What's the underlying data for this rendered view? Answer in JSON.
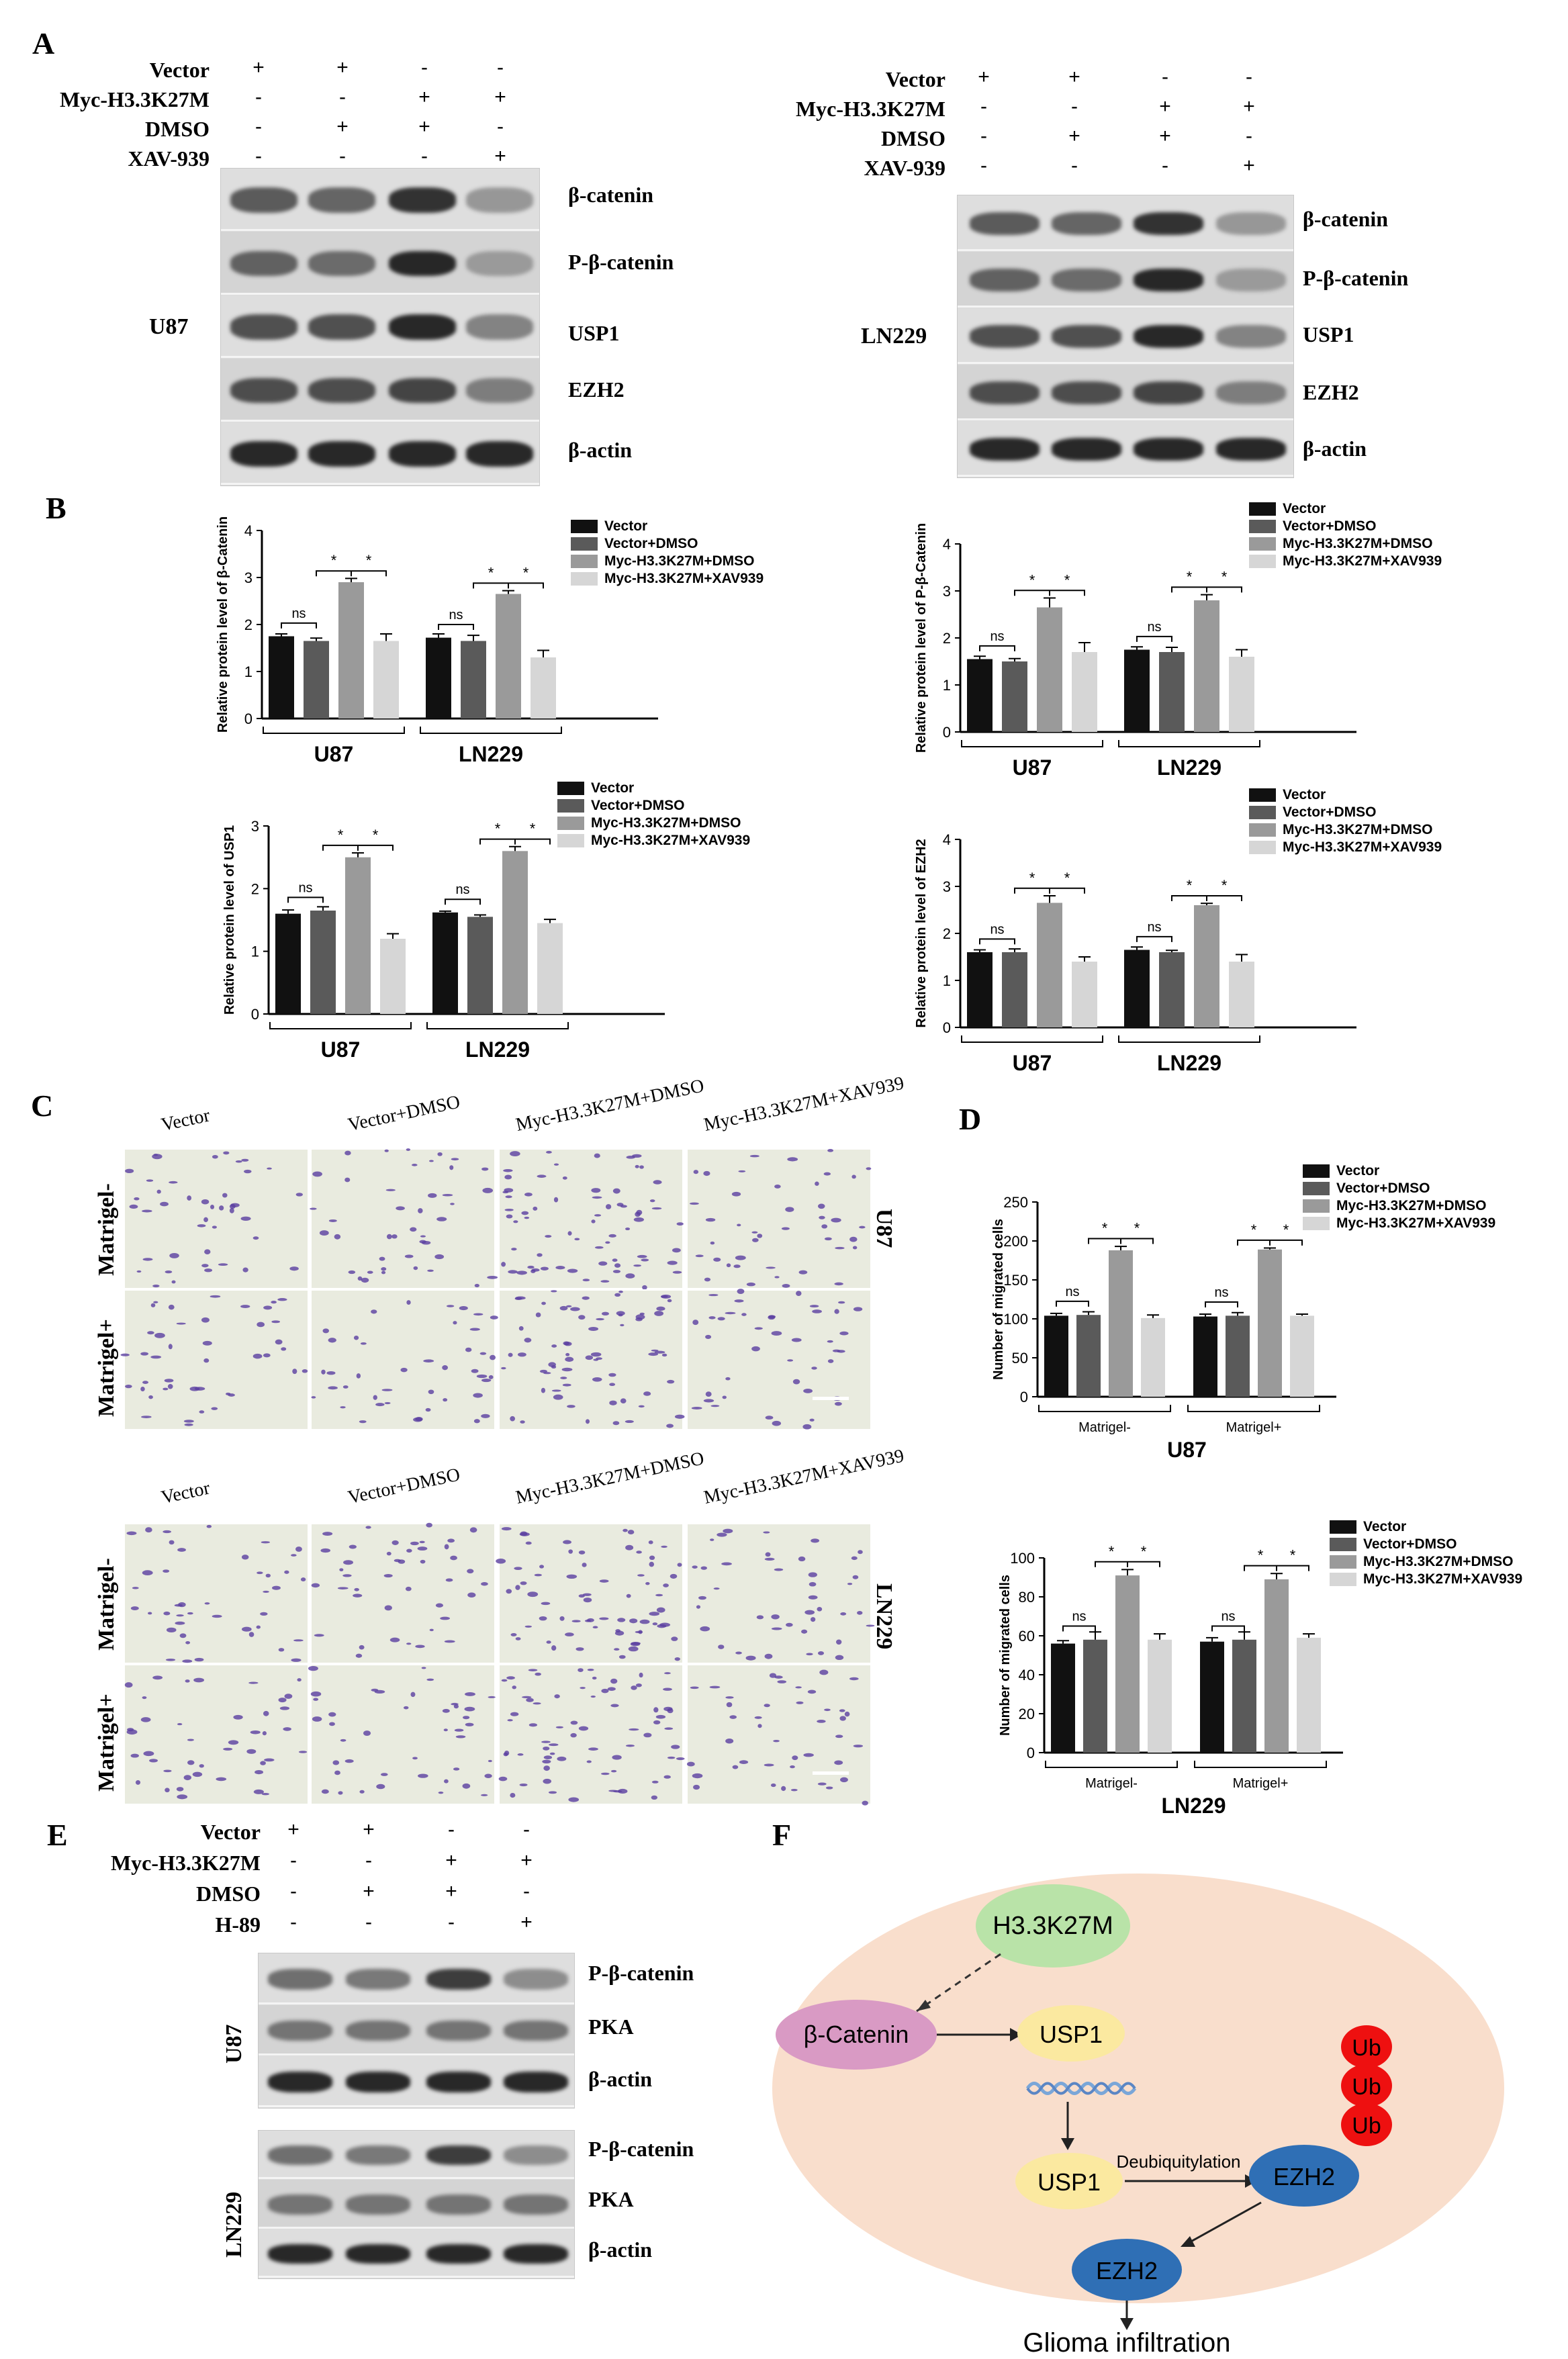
{
  "panels": {
    "A": "A",
    "B": "B",
    "C": "C",
    "D": "D",
    "E": "E",
    "F": "F"
  },
  "panelA": {
    "left": {
      "cell": "U87",
      "rows": [
        {
          "label": "Vector",
          "signs": [
            "+",
            "+",
            "-",
            "-"
          ]
        },
        {
          "label": "Myc-H3.3K27M",
          "signs": [
            "-",
            "-",
            "+",
            "+"
          ]
        },
        {
          "label": "DMSO",
          "signs": [
            "-",
            "+",
            "+",
            "-"
          ]
        },
        {
          "label": "XAV-939",
          "signs": [
            "-",
            "-",
            "-",
            "+"
          ]
        }
      ],
      "blots": [
        "β-catenin",
        "P-β-catenin",
        "USP1",
        "EZH2",
        "β-actin"
      ]
    },
    "right": {
      "cell": "LN229",
      "rows": [
        {
          "label": "Vector",
          "signs": [
            "+",
            "+",
            "-",
            "-"
          ]
        },
        {
          "label": "Myc-H3.3K27M",
          "signs": [
            "-",
            "-",
            "+",
            "+"
          ]
        },
        {
          "label": "DMSO",
          "signs": [
            "-",
            "+",
            "+",
            "-"
          ]
        },
        {
          "label": "XAV-939",
          "signs": [
            "-",
            "-",
            "-",
            "+"
          ]
        }
      ],
      "blots": [
        "β-catenin",
        "P-β-catenin",
        "USP1",
        "EZH2",
        "β-actin"
      ]
    }
  },
  "colors": {
    "s1": "#111111",
    "s2": "#5a5a5a",
    "s3": "#9a9a9a",
    "s4": "#d6d6d6",
    "cell": "#f9decc",
    "green": "#b9e3a8",
    "pink": "#d99ac4",
    "yellow": "#fbe9a0",
    "blue": "#2f6fb5",
    "red": "#ee1010"
  },
  "legend": {
    "common": [
      "Vector",
      "Vector+DMSO",
      "Myc-H3.3K27M+DMSO",
      "Myc-H3.3K27M+XAV939"
    ]
  },
  "chart_data": [
    {
      "type": "bar",
      "ylabel": "Relative protein level of β-Catenin",
      "ylim": [
        0,
        4
      ],
      "yticks": [
        0,
        1,
        2,
        3,
        4
      ],
      "groups": [
        "U87",
        "LN229"
      ],
      "series": [
        {
          "name": "Vector",
          "values": [
            1.75,
            1.72
          ]
        },
        {
          "name": "Vector+DMSO",
          "values": [
            1.65,
            1.65
          ]
        },
        {
          "name": "Myc-H3.3K27M+DMSO",
          "values": [
            2.9,
            2.65
          ]
        },
        {
          "name": "Myc-H3.3K27M+XAV939",
          "values": [
            1.65,
            1.3
          ]
        }
      ],
      "errors": [
        [
          0.05,
          0.08
        ],
        [
          0.06,
          0.12
        ],
        [
          0.08,
          0.07
        ],
        [
          0.15,
          0.15
        ]
      ],
      "annotations": [
        "ns",
        "*",
        "*"
      ]
    },
    {
      "type": "bar",
      "ylabel": "Relative protein level of P-β-Catenin",
      "ylim": [
        0,
        4
      ],
      "yticks": [
        0,
        1,
        2,
        3,
        4
      ],
      "groups": [
        "U87",
        "LN229"
      ],
      "series": [
        {
          "name": "Vector",
          "values": [
            1.55,
            1.75
          ]
        },
        {
          "name": "Vector+DMSO",
          "values": [
            1.5,
            1.7
          ]
        },
        {
          "name": "Myc-H3.3K27M+DMSO",
          "values": [
            2.65,
            2.8
          ]
        },
        {
          "name": "Myc-H3.3K27M+XAV939",
          "values": [
            1.7,
            1.6
          ]
        }
      ],
      "errors": [
        [
          0.06,
          0.06
        ],
        [
          0.06,
          0.1
        ],
        [
          0.2,
          0.12
        ],
        [
          0.2,
          0.15
        ]
      ],
      "annotations": [
        "ns",
        "*",
        "*"
      ]
    },
    {
      "type": "bar",
      "ylabel": "Relative protein level of USP1",
      "ylim": [
        0,
        3
      ],
      "yticks": [
        0,
        1,
        2,
        3
      ],
      "groups": [
        "U87",
        "LN229"
      ],
      "series": [
        {
          "name": "Vector",
          "values": [
            1.6,
            1.62
          ]
        },
        {
          "name": "Vector+DMSO",
          "values": [
            1.65,
            1.55
          ]
        },
        {
          "name": "Myc-H3.3K27M+DMSO",
          "values": [
            2.5,
            2.6
          ]
        },
        {
          "name": "Myc-H3.3K27M+XAV939",
          "values": [
            1.2,
            1.45
          ]
        }
      ],
      "errors": [
        [
          0.06,
          0.02
        ],
        [
          0.06,
          0.03
        ],
        [
          0.07,
          0.07
        ],
        [
          0.08,
          0.06
        ]
      ],
      "annotations": [
        "ns",
        "*",
        "*"
      ]
    },
    {
      "type": "bar",
      "ylabel": "Relative protein level of EZH2",
      "ylim": [
        0,
        4
      ],
      "yticks": [
        0,
        1,
        2,
        3,
        4
      ],
      "groups": [
        "U87",
        "LN229"
      ],
      "series": [
        {
          "name": "Vector",
          "values": [
            1.6,
            1.65
          ]
        },
        {
          "name": "Vector+DMSO",
          "values": [
            1.6,
            1.6
          ]
        },
        {
          "name": "Myc-H3.3K27M+DMSO",
          "values": [
            2.65,
            2.6
          ]
        },
        {
          "name": "Myc-H3.3K27M+XAV939",
          "values": [
            1.4,
            1.4
          ]
        }
      ],
      "errors": [
        [
          0.05,
          0.06
        ],
        [
          0.07,
          0.04
        ],
        [
          0.15,
          0.04
        ],
        [
          0.1,
          0.15
        ]
      ],
      "annotations": [
        "ns",
        "*",
        "*"
      ]
    },
    {
      "type": "bar",
      "ylabel": "Number of migrated cells",
      "xlabel": "U87",
      "ylim": [
        0,
        250
      ],
      "yticks": [
        0,
        50,
        100,
        150,
        200,
        250
      ],
      "groups": [
        "Matrigel-",
        "Matrigel+"
      ],
      "series": [
        {
          "name": "Vector",
          "values": [
            104,
            103
          ]
        },
        {
          "name": "Vector+DMSO",
          "values": [
            105,
            104
          ]
        },
        {
          "name": "Myc-H3.3K27M+DMSO",
          "values": [
            188,
            189
          ]
        },
        {
          "name": "Myc-H3.3K27M+XAV939",
          "values": [
            101,
            104
          ]
        }
      ],
      "errors": [
        [
          3,
          3
        ],
        [
          4,
          4
        ],
        [
          5,
          2
        ],
        [
          4,
          2
        ]
      ],
      "annotations": [
        "ns",
        "*",
        "*"
      ]
    },
    {
      "type": "bar",
      "ylabel": "Number of migrated cells",
      "xlabel": "LN229",
      "ylim": [
        0,
        100
      ],
      "yticks": [
        0,
        20,
        40,
        60,
        80,
        100
      ],
      "groups": [
        "Matrigel-",
        "Matrigel+"
      ],
      "series": [
        {
          "name": "Vector",
          "values": [
            56,
            57
          ]
        },
        {
          "name": "Vector+DMSO",
          "values": [
            58,
            58
          ]
        },
        {
          "name": "Myc-H3.3K27M+DMSO",
          "values": [
            91,
            89
          ]
        },
        {
          "name": "Myc-H3.3K27M+XAV939",
          "values": [
            58,
            59
          ]
        }
      ],
      "errors": [
        [
          1.5,
          2
        ],
        [
          4,
          4
        ],
        [
          3,
          3
        ],
        [
          3,
          2
        ]
      ],
      "annotations": [
        "ns",
        "*",
        "*"
      ]
    }
  ],
  "panelC": {
    "columns": [
      "Vector",
      "Vector+DMSO",
      "Myc-H3.3K27M+DMSO",
      "Myc-H3.3K27M+XAV939"
    ],
    "rows": [
      "Matrigel-",
      "Matrigel+"
    ],
    "cells": [
      "U87",
      "LN229"
    ]
  },
  "panelE": {
    "rows": [
      {
        "label": "Vector",
        "signs": [
          "+",
          "+",
          "-",
          "-"
        ]
      },
      {
        "label": "Myc-H3.3K27M",
        "signs": [
          "-",
          "-",
          "+",
          "+"
        ]
      },
      {
        "label": "DMSO",
        "signs": [
          "-",
          "+",
          "+",
          "-"
        ]
      },
      {
        "label": "H-89",
        "signs": [
          "-",
          "-",
          "-",
          "+"
        ]
      }
    ],
    "cells": [
      "U87",
      "LN229"
    ],
    "blots": [
      "P-β-catenin",
      "PKA",
      "β-actin"
    ]
  },
  "panelF": {
    "h33": "H3.3K27M",
    "bcat": "β-Catenin",
    "usp1a": "USP1",
    "usp1b": "USP1",
    "ezh2a": "EZH2",
    "ezh2b": "EZH2",
    "ub": "Ub",
    "deub": "Deubiquitylation",
    "result": "Glioma infiltration"
  }
}
